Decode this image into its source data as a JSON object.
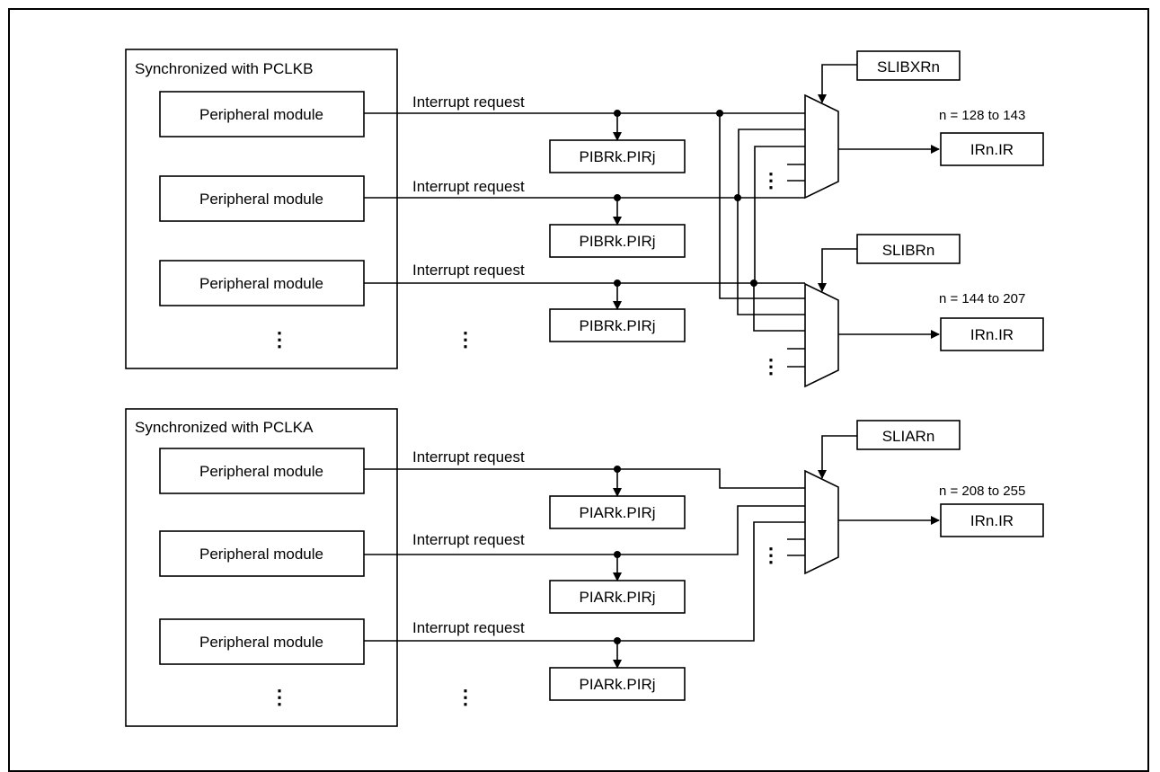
{
  "groups": [
    {
      "title": "Synchronized with PCLKB",
      "modules": [
        "Peripheral module",
        "Peripheral module",
        "Peripheral module"
      ],
      "signal_labels": [
        "Interrupt request",
        "Interrupt request",
        "Interrupt request"
      ],
      "status_registers": [
        "PIBRk.PIRj",
        "PIBRk.PIRj",
        "PIBRk.PIRj"
      ]
    },
    {
      "title": "Synchronized with PCLKA",
      "modules": [
        "Peripheral module",
        "Peripheral module",
        "Peripheral module"
      ],
      "signal_labels": [
        "Interrupt request",
        "Interrupt request",
        "Interrupt request"
      ],
      "status_registers": [
        "PIARk.PIRj",
        "PIARk.PIRj",
        "PIARk.PIRj"
      ]
    }
  ],
  "selectors": [
    {
      "register": "SLIBXRn",
      "range": "n = 128 to 143",
      "output": "IRn.IR"
    },
    {
      "register": "SLIBRn",
      "range": "n = 144 to 207",
      "output": "IRn.IR"
    },
    {
      "register": "SLIARn",
      "range": "n = 208 to 255",
      "output": "IRn.IR"
    }
  ],
  "continuation": "⋮"
}
